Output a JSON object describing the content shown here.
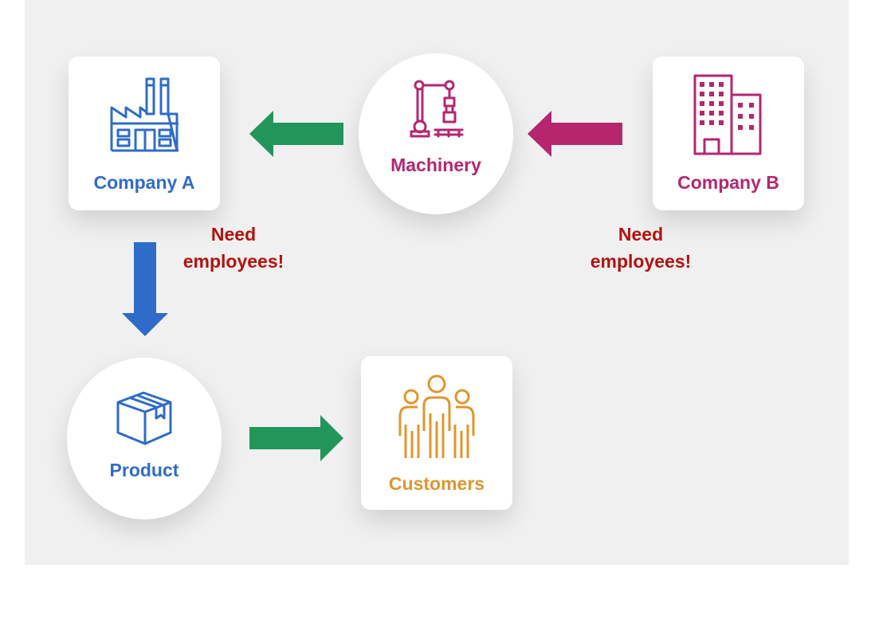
{
  "nodes": {
    "company_a": {
      "label": "Company A",
      "color": "#2f6cc9",
      "icon": "factory-icon"
    },
    "machinery": {
      "label": "Machinery",
      "color": "#b5266f",
      "icon": "robot-arm-icon"
    },
    "company_b": {
      "label": "Company B",
      "color": "#b5266f",
      "icon": "office-building-icon"
    },
    "product": {
      "label": "Product",
      "color": "#2f6cc9",
      "icon": "box-icon"
    },
    "customers": {
      "label": "Customers",
      "color": "#e0962d",
      "icon": "people-group-icon"
    }
  },
  "notes": {
    "left": {
      "line1": "Need",
      "line2": "employees!"
    },
    "right": {
      "line1": "Need",
      "line2": "employees!"
    }
  },
  "arrows": [
    {
      "from": "company_b",
      "to": "machinery",
      "color": "#b5266f"
    },
    {
      "from": "machinery",
      "to": "company_a",
      "color": "#22965a"
    },
    {
      "from": "company_a",
      "to": "product",
      "color": "#2f6cc9"
    },
    {
      "from": "product",
      "to": "customers",
      "color": "#22965a"
    }
  ]
}
